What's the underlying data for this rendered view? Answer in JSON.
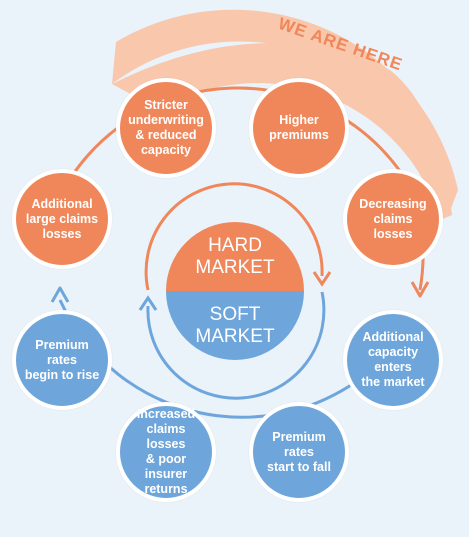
{
  "banner": "WE ARE HERE",
  "center": {
    "hard": "HARD\nMARKET",
    "soft": "SOFT\nMARKET"
  },
  "nodes": [
    {
      "label": "Stricter\nunderwriting\n& reduced\ncapacity",
      "phase": "hard"
    },
    {
      "label": "Higher\npremiums",
      "phase": "hard"
    },
    {
      "label": "Decreasing\nclaims losses",
      "phase": "hard"
    },
    {
      "label": "Additional\ncapacity enters\nthe market",
      "phase": "soft"
    },
    {
      "label": "Premium rates\nstart to fall",
      "phase": "soft"
    },
    {
      "label": "Increased\nclaims losses\n& poor insurer\nreturns",
      "phase": "soft"
    },
    {
      "label": "Premium rates\nbegin to rise",
      "phase": "soft"
    },
    {
      "label": "Additional\nlarge claims\nlosses",
      "phase": "hard"
    }
  ],
  "colors": {
    "hard": "#f0875a",
    "soft": "#6ea6dc",
    "highlight": "#f9c7ab",
    "background": "#eaf2fa"
  }
}
